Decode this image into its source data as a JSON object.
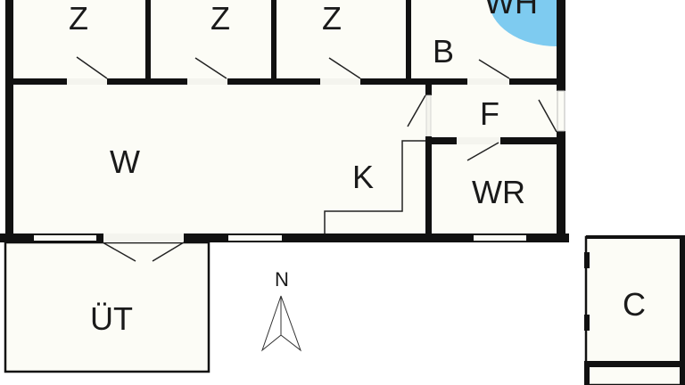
{
  "rooms": {
    "bedroom_1": "Z",
    "bedroom_2": "Z",
    "bedroom_3": "Z",
    "whirlpool": "WH",
    "bathroom": "B",
    "hallway": "F",
    "living": "W",
    "kitchen": "K",
    "utility": "WR",
    "terrace": "ÜT",
    "carport": "C"
  },
  "compass": {
    "label": "N"
  },
  "colors": {
    "wall": "#111111",
    "floor": "#fcfcf6",
    "whirlpool": "#7ecbf0"
  }
}
